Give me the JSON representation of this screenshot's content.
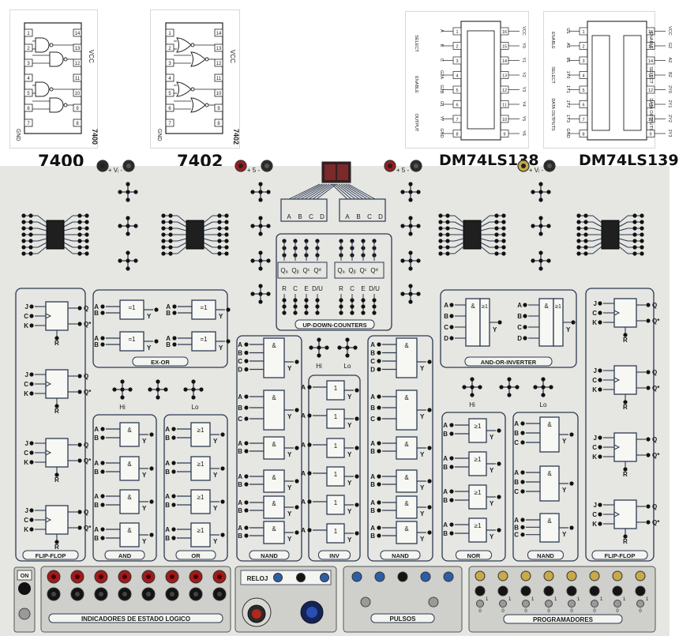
{
  "chips": {
    "c7400": {
      "name": "7400"
    },
    "c7402": {
      "name": "7402"
    },
    "c138": {
      "name": "DM74LS138"
    },
    "c139": {
      "name": "DM74LS139"
    }
  },
  "pinout": {
    "vcc": "VCC",
    "gnd": "GND",
    "nums14": [
      "1",
      "2",
      "3",
      "4",
      "5",
      "6",
      "7",
      "8",
      "9",
      "10",
      "11",
      "12",
      "13",
      "14"
    ],
    "nums16": [
      "1",
      "2",
      "3",
      "4",
      "5",
      "6",
      "7",
      "8",
      "9",
      "10",
      "11",
      "12",
      "13",
      "14",
      "15",
      "16"
    ],
    "d138": {
      "left": [
        "A",
        "B",
        "C",
        "G2A",
        "G2B",
        "G1",
        "Y7",
        "GND"
      ],
      "right": [
        "VCC",
        "Y0",
        "Y1",
        "Y2",
        "Y3",
        "Y4",
        "Y5",
        "Y6"
      ],
      "groups": [
        "SELECT",
        "ENABLE",
        "OUTPUT"
      ]
    },
    "d139": {
      "left": [
        "G1",
        "A1",
        "B1",
        "1Y0",
        "1Y1",
        "1Y2",
        "1Y3",
        "GND"
      ],
      "right": [
        "VCC",
        "G2",
        "A2",
        "B2",
        "2Y0",
        "2Y1",
        "2Y2",
        "2Y3"
      ],
      "groups": [
        "ENABLE",
        "SELECT",
        "DATA OUTPUTS",
        "ENABLE",
        "SELECT",
        "DATA OUTPUTS"
      ]
    }
  },
  "power": {
    "vplus": "+ Vᵢ -",
    "five": "+ 5 -"
  },
  "counters": {
    "inputs": [
      "A",
      "B",
      "C",
      "D"
    ],
    "outputs": [
      "Qₐ",
      "Qᵦ",
      "Qᶜ",
      "Qᵈ"
    ],
    "controls": [
      "R",
      "C",
      "E",
      "D/U"
    ],
    "label": "UP-DOWN-COUNTERS"
  },
  "modules": {
    "flipflop": {
      "label": "FLIP-FLOP",
      "pins": [
        "J",
        "C",
        "K",
        "R",
        "Q",
        "Q*"
      ]
    },
    "exor": {
      "label": "EX-OR",
      "sym": "=1"
    },
    "and": {
      "label": "AND",
      "sym": "&"
    },
    "or": {
      "label": "OR",
      "sym": "≥1"
    },
    "nand": {
      "label": "NAND",
      "sym": "&"
    },
    "inv": {
      "label": "INV",
      "sym": "1"
    },
    "aoi": {
      "label": "AND-OR-INVERTER",
      "sym1": "&",
      "sym2": "≥1"
    },
    "nor": {
      "label": "NOR",
      "sym": "≥1"
    },
    "nand2": {
      "label": "NAND",
      "sym": "&"
    },
    "flipflop2": {
      "label": "FLIP-FLOP"
    }
  },
  "pins": {
    "a": "A",
    "b": "B",
    "c": "C",
    "d": "D",
    "y": "Y"
  },
  "logic": {
    "hi": "Hi",
    "lo": "Lo"
  },
  "bottom": {
    "on": "ON",
    "indicadores": "INDICADORES DE ESTADO LOGICO",
    "reloj": "RELOJ",
    "pulsos": "PULSOS",
    "programadores": "PROGRAMADORES",
    "prog_bits": [
      "1",
      "1",
      "1",
      "1",
      "1",
      "1",
      "1",
      "1"
    ],
    "prog_zero": [
      "0",
      "0",
      "0",
      "0",
      "0",
      "0",
      "0",
      "0"
    ]
  },
  "colors": {
    "panel": "#e6e6e2",
    "trace": "#2c3a52",
    "jack_red": "#a11a1a",
    "jack_blue": "#2a5fa8",
    "jack_yellow": "#c9a94a"
  }
}
